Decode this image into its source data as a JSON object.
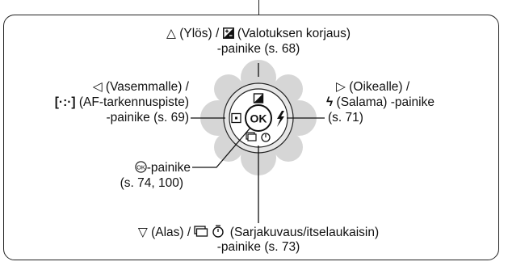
{
  "colors": {
    "petal": "#d6d6d6",
    "petal_dark": "#b8b8b8",
    "ring": "#ffffff",
    "outline": "#222222",
    "line": "#111111"
  },
  "labels": {
    "up": {
      "symbol": "△",
      "text1": "(Ylös) /",
      "icon": "exposure-compensation-icon",
      "text2": "(Valotuksen korjaus)",
      "line2": "-painike (s. 68)"
    },
    "left": {
      "symbol": "◁",
      "text1": "(Vasemmalle) /",
      "icon_text": "[·:·]",
      "line2": "(AF-tarkennuspiste)",
      "line3": "-painike (s. 69)"
    },
    "right": {
      "symbol": "▷",
      "text1": "(Oikealle) /",
      "icon": "flash-icon",
      "icon_text": "ϟ",
      "line2": "(Salama) -painike",
      "line3": "(s. 71)"
    },
    "ok": {
      "icon": "ok-circle-icon",
      "icon_text": "OK",
      "text1": "-painike",
      "line2": "(s. 74, 100)"
    },
    "down": {
      "symbol": "▽",
      "text1": "(Alas) /",
      "icon": "drive-selftimer-icon",
      "text2": "(Sarjakuvaus/itselaukaisin)",
      "line2": "-painike (s. 73)"
    }
  },
  "dial": {
    "center_label": "OK"
  }
}
